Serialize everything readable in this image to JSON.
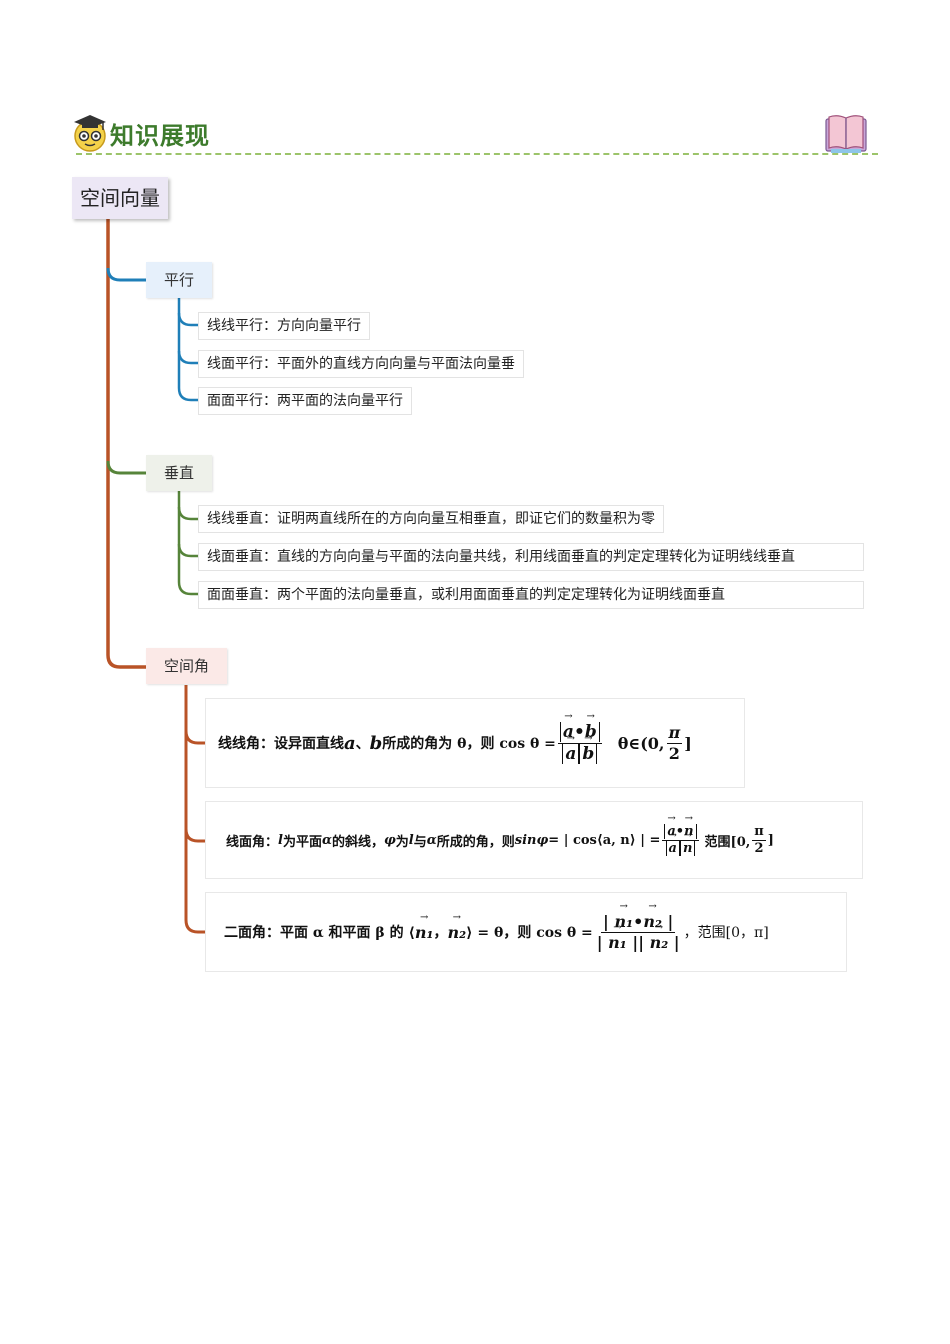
{
  "header": {
    "title": "知识展现"
  },
  "root": {
    "label": "空间向量"
  },
  "colors": {
    "parallel": "#1f7fb8",
    "perpendicular": "#56843a",
    "angle": "#b95327",
    "root_line": "#b95327"
  },
  "branches": [
    {
      "label": "平行",
      "items": [
        "线线平行：方向向量平行",
        "线面平行：平面外的直线方向向量与平面法向量垂",
        "面面平行：两平面的法向量平行"
      ]
    },
    {
      "label": "垂直",
      "items": [
        "线线垂直：证明两直线所在的方向向量互相垂直，即证它们的数量积为零",
        "线面垂直：直线的方向向量与平面的法向量共线，利用线面垂直的判定定理转化为证明线线垂直",
        "面面垂直：两个平面的法向量垂直，或利用面面垂直的判定定理转化为证明线面垂直"
      ]
    },
    {
      "label": "空间角",
      "items": [
        {
          "prefix": "线线角：设异面直线",
          "var_a": "a",
          "sep": "、",
          "var_b": "b",
          "mid": " 所成的角为 θ，则 cos θ =",
          "range": "θ∈(0,",
          "range_num": "π",
          "range_den": "2",
          "range_end": "]"
        },
        {
          "prefix": "线面角：",
          "var_l": "l",
          "t1": " 为平面 ",
          "var_alpha": "α",
          "t2": " 的斜线，",
          "var_phi": "φ",
          "t3": " 为 ",
          "t4": " 与 ",
          "t5": " 所成的角，则 ",
          "sin": "sinφ",
          "eq1": "= | cos⟨a, n⟩ | =",
          "range": "范围[0,",
          "range_num": "π",
          "range_den": "2",
          "range_end": "]"
        },
        {
          "prefix": "二面角：平面 α 和平面 β 的 ⟨",
          "n1": "n₁",
          "comma": "，",
          "n2": "n₂",
          "close": "⟩ = θ，则 cos θ =",
          "range": "，范围[0，π]"
        }
      ]
    }
  ]
}
